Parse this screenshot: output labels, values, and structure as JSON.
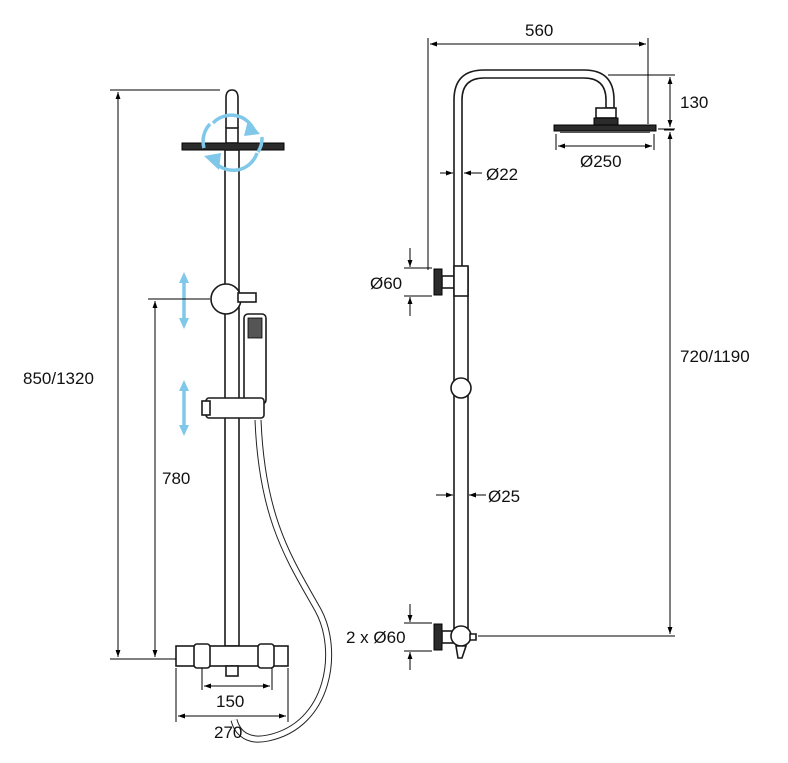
{
  "dimensions": {
    "left_height": "850/1320",
    "left_lower_height": "780",
    "base_inner_width": "150",
    "base_outer_width": "270",
    "top_width": "560",
    "head_drop": "130",
    "pipe_upper_diameter": "Ø22",
    "head_diameter": "Ø250",
    "bracket_diameter": "Ø60",
    "right_height": "720/1190",
    "pipe_lower_diameter": "Ø25",
    "bottom_brackets": "2 x Ø60"
  },
  "colors": {
    "indicator_arrows": "#7fc8ea",
    "lines": "#000000"
  },
  "icons": {
    "rotation": "rotate-arrows-icon",
    "height_adjust": "double-arrow-icon"
  }
}
